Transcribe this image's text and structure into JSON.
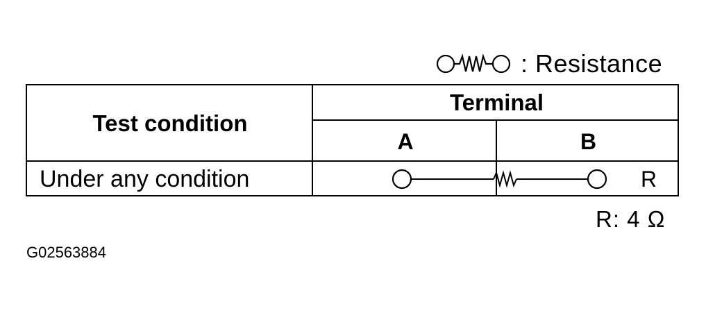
{
  "legend": {
    "symbol_icon": "resistance-symbol-icon",
    "text": ": Resistance"
  },
  "table": {
    "header": {
      "test_condition": "Test condition",
      "terminal": "Terminal",
      "col_a": "A",
      "col_b": "B"
    },
    "rows": [
      {
        "condition": "Under any condition",
        "connection_icon": "resistor-connection-icon",
        "result": "R"
      }
    ]
  },
  "note": "R: 4 Ω",
  "figure_id": "G02563884"
}
